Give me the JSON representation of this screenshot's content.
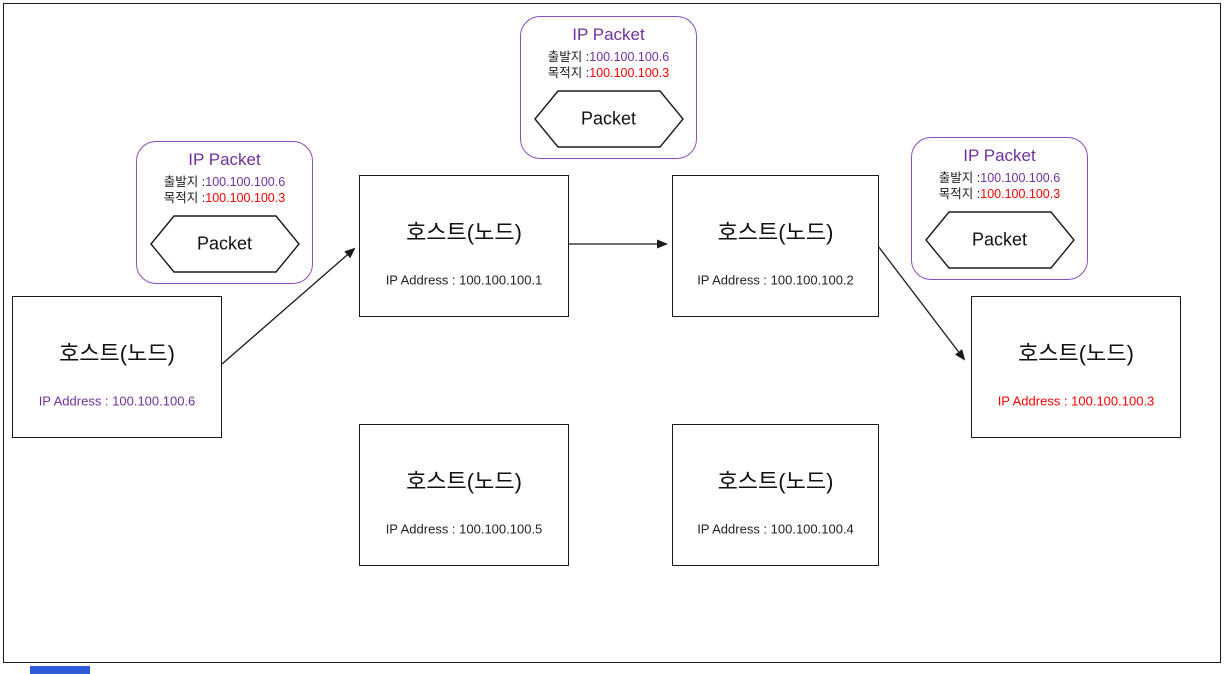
{
  "colors": {
    "packet_border": "#8A4FBF",
    "purple_text": "#7030A0",
    "red_text": "#FF0000",
    "black_text": "#1A1A1A",
    "blue_bar": "#2F5BD7"
  },
  "packets": [
    {
      "position": "top-center",
      "title": "IP Packet",
      "source_label": "출발지 :",
      "source_value": "100.100.100.6",
      "dest_label": "목적지 :",
      "dest_value": "100.100.100.3",
      "shape_label": "Packet"
    },
    {
      "position": "left",
      "title": "IP Packet",
      "source_label": "출발지 :",
      "source_value": "100.100.100.6",
      "dest_label": "목적지 :",
      "dest_value": "100.100.100.3",
      "shape_label": "Packet"
    },
    {
      "position": "right",
      "title": "IP Packet",
      "source_label": "출발지 :",
      "source_value": "100.100.100.6",
      "dest_label": "목적지 :",
      "dest_value": "100.100.100.3",
      "shape_label": "Packet"
    }
  ],
  "hosts": [
    {
      "title": "호스트(노드)",
      "ip": "IP Address : 100.100.100.6",
      "ip_color": "#7030A0"
    },
    {
      "title": "호스트(노드)",
      "ip": "IP Address : 100.100.100.1",
      "ip_color": "#1A1A1A"
    },
    {
      "title": "호스트(노드)",
      "ip": "IP Address : 100.100.100.2",
      "ip_color": "#1A1A1A"
    },
    {
      "title": "호스트(노드)",
      "ip": "IP Address : 100.100.100.3",
      "ip_color": "#FF0000"
    },
    {
      "title": "호스트(노드)",
      "ip": "IP Address : 100.100.100.5",
      "ip_color": "#1A1A1A"
    },
    {
      "title": "호스트(노드)",
      "ip": "IP Address : 100.100.100.4",
      "ip_color": "#1A1A1A"
    }
  ]
}
